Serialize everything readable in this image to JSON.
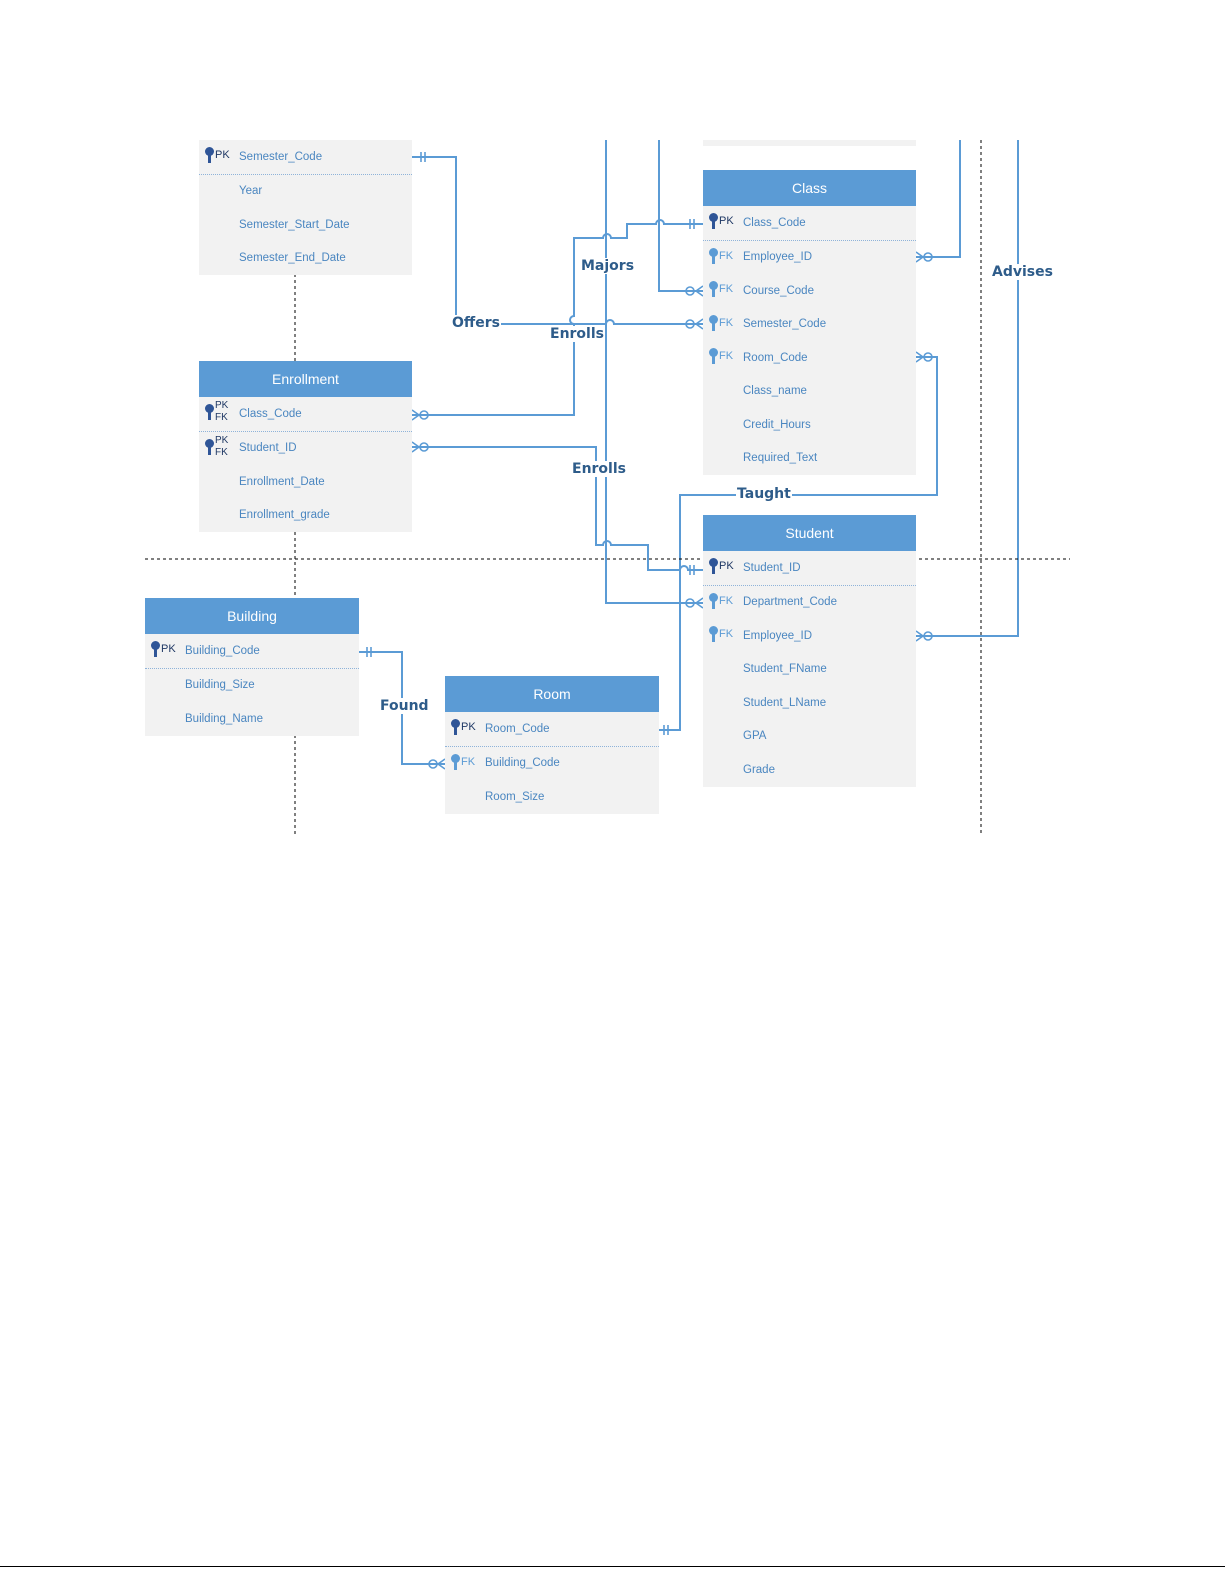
{
  "diagram": {
    "entities": {
      "semester": {
        "name": "",
        "fields": [
          {
            "key": "PK",
            "name": "Semester_Code"
          },
          {
            "key": "",
            "name": "Year"
          },
          {
            "key": "",
            "name": "Semester_Start_Date"
          },
          {
            "key": "",
            "name": "Semester_End_Date"
          }
        ]
      },
      "enrollment": {
        "name": "Enrollment",
        "fields": [
          {
            "key": "PK FK",
            "name": "Class_Code"
          },
          {
            "key": "PK FK",
            "name": "Student_ID"
          },
          {
            "key": "",
            "name": "Enrollment_Date"
          },
          {
            "key": "",
            "name": "Enrollment_grade"
          }
        ]
      },
      "building": {
        "name": "Building",
        "fields": [
          {
            "key": "PK",
            "name": "Building_Code"
          },
          {
            "key": "",
            "name": "Building_Size"
          },
          {
            "key": "",
            "name": "Building_Name"
          }
        ]
      },
      "room": {
        "name": "Room",
        "fields": [
          {
            "key": "PK",
            "name": "Room_Code"
          },
          {
            "key": "FK",
            "name": "Building_Code"
          },
          {
            "key": "",
            "name": "Room_Size"
          }
        ]
      },
      "class": {
        "name": "Class",
        "fields": [
          {
            "key": "PK",
            "name": "Class_Code"
          },
          {
            "key": "FK",
            "name": "Employee_ID"
          },
          {
            "key": "FK",
            "name": "Course_Code"
          },
          {
            "key": "FK",
            "name": "Semester_Code"
          },
          {
            "key": "FK",
            "name": "Room_Code"
          },
          {
            "key": "",
            "name": "Class_name"
          },
          {
            "key": "",
            "name": "Credit_Hours"
          },
          {
            "key": "",
            "name": "Required_Text"
          }
        ]
      },
      "student": {
        "name": "Student",
        "fields": [
          {
            "key": "PK",
            "name": "Student_ID"
          },
          {
            "key": "FK",
            "name": "Department_Code"
          },
          {
            "key": "FK",
            "name": "Employee_ID"
          },
          {
            "key": "",
            "name": "Student_FName"
          },
          {
            "key": "",
            "name": "Student_LName"
          },
          {
            "key": "",
            "name": "GPA"
          },
          {
            "key": "",
            "name": "Grade"
          }
        ]
      }
    },
    "relationships": {
      "offers": "Offers",
      "enrolls_class": "Enrolls",
      "enrolls_student": "Enrolls",
      "majors": "Majors",
      "advises": "Advises",
      "taught": "Taught",
      "found": "Found"
    },
    "colors": {
      "header": "#5b9bd5",
      "body": "#f2f2f2",
      "line": "#5b9bd5",
      "field_text": "#4a86c0",
      "label_text": "#2e5c8a"
    }
  }
}
